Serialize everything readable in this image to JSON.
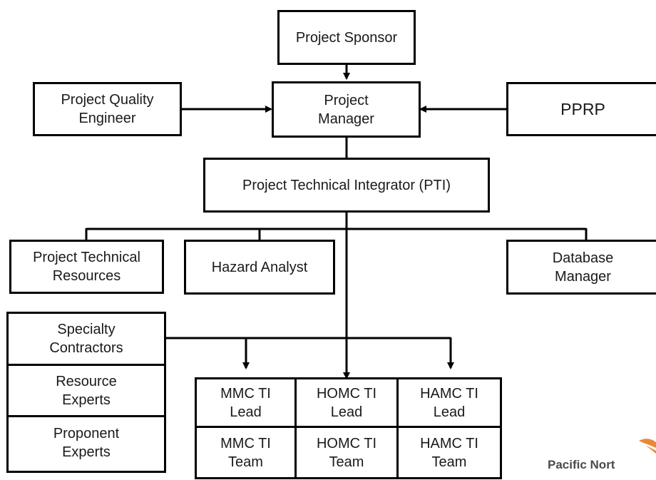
{
  "nodes": {
    "sponsor": "Project Sponsor",
    "quality_engineer": "Project Quality\nEngineer",
    "manager": "Project\nManager",
    "pprp": "PPRP",
    "pti": "Project Technical Integrator (PTI)",
    "tech_resources": "Project Technical\nResources",
    "hazard_analyst": "Hazard Analyst",
    "database_manager": "Database\nManager",
    "specialty_contractors": "Specialty\nContractors",
    "resource_experts": "Resource\nExperts",
    "proponent_experts": "Proponent\nExperts",
    "mmc_lead": "MMC TI\nLead",
    "homc_lead": "HOMC TI\nLead",
    "hamc_lead": "HAMC TI\nLead",
    "mmc_team": "MMC TI\nTeam",
    "homc_team": "HOMC TI\nTeam",
    "hamc_team": "HAMC TI\nTeam"
  },
  "logo": {
    "text": "Pacific Nort"
  },
  "colors": {
    "line": "#000000",
    "logo_accent": "#e8893a"
  }
}
